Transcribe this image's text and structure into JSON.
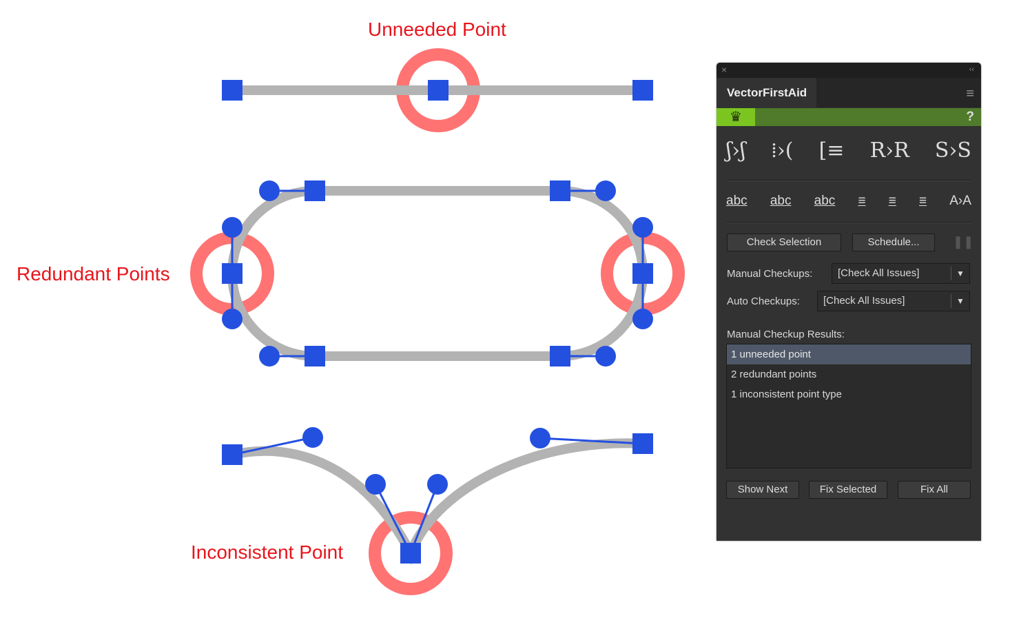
{
  "labels": {
    "unneeded": "Unneeded Point",
    "redundant": "Redundant Points",
    "inconsistent": "Inconsistent Point"
  },
  "colors": {
    "path": "#b3b3b3",
    "anchor": "#2450e0",
    "highlight": "#ff7373",
    "label": "#e8141c"
  },
  "panel": {
    "close_icon": "×",
    "collapse_icon": "‹‹",
    "tab": "VectorFirstAid",
    "menu_icon": "≡",
    "crown_icon": "♛",
    "help": "?",
    "tools_row1": [
      "ʃ›ʃ",
      "⁞›(",
      "[≡",
      "R›R",
      "S›S"
    ],
    "tools_row2": [
      "abc",
      "abc",
      "abc",
      "≡",
      "≡",
      "≡",
      "A›A"
    ],
    "check_selection": "Check Selection",
    "schedule": "Schedule...",
    "pause_icon": "❚❚",
    "manual_label": "Manual Checkups:",
    "manual_value": "[Check All Issues]",
    "auto_label": "Auto Checkups:",
    "auto_value": "[Check All Issues]",
    "results_label": "Manual Checkup Results:",
    "results": [
      "1 unneeded point",
      "2 redundant points",
      "1 inconsistent point type"
    ],
    "show_next": "Show Next",
    "fix_selected": "Fix Selected",
    "fix_all": "Fix All"
  }
}
